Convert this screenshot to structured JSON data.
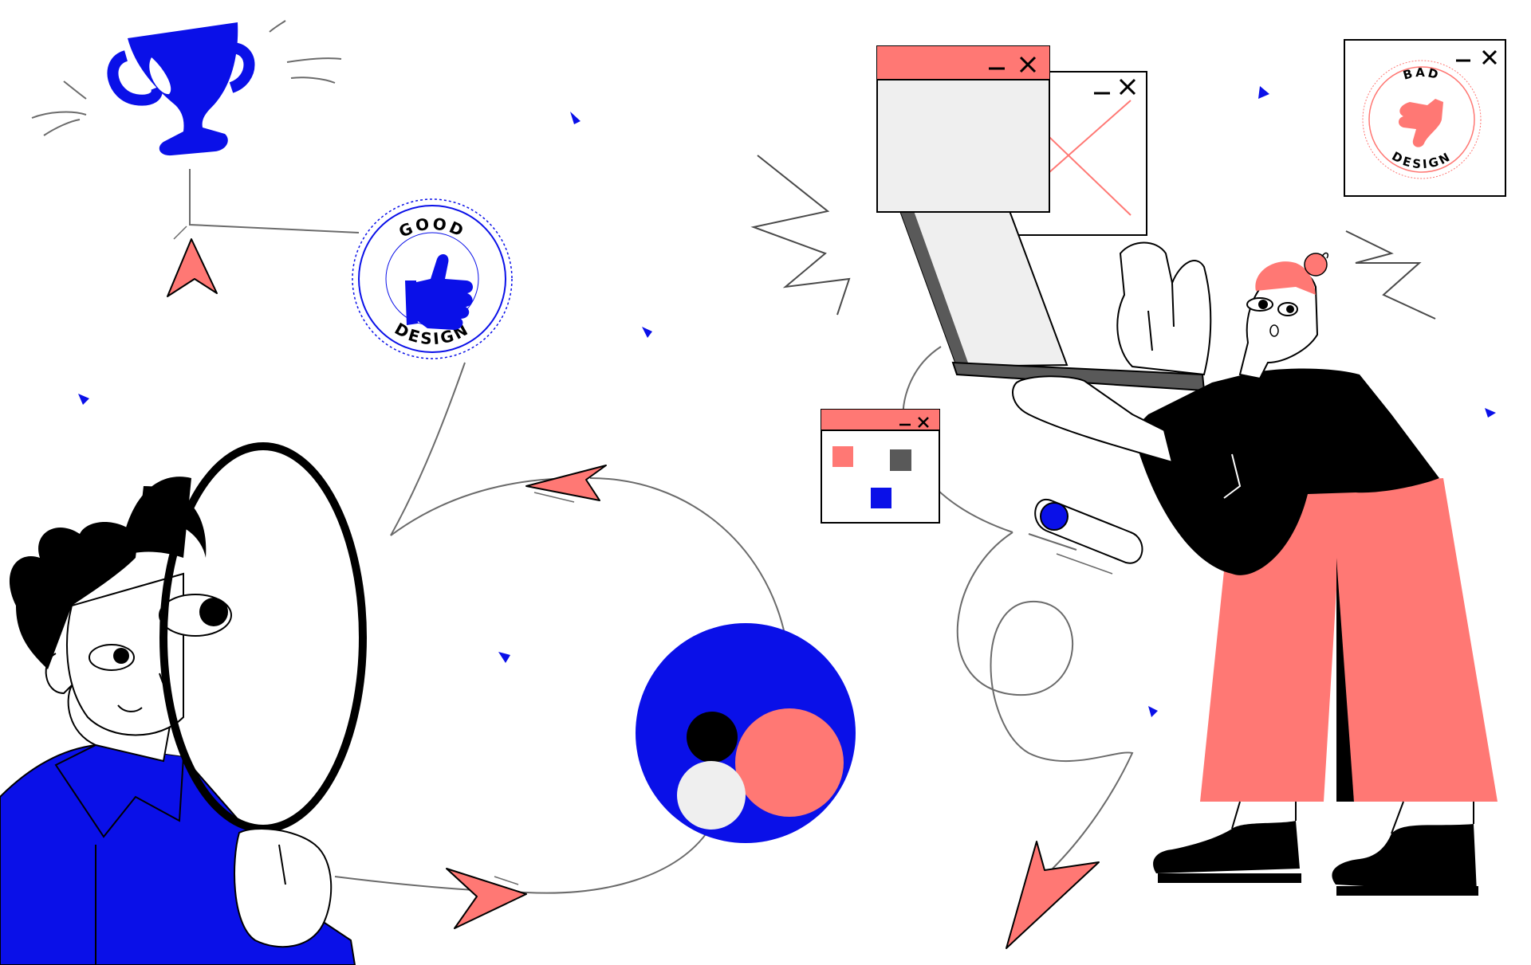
{
  "illustration": {
    "good_stamp": {
      "top_word": "GOOD",
      "bottom_word": "DESIGN",
      "color": "#0a10e8"
    },
    "bad_stamp": {
      "top_word": "BAD",
      "bottom_word": "DESIGN",
      "color": "#ff7874"
    },
    "palette": {
      "blue": "#0a10e8",
      "coral": "#ff7874",
      "black": "#000000",
      "gray": "#595959",
      "light_gray": "#efefef"
    },
    "icons": [
      "trophy-icon",
      "thumbs-up-icon",
      "thumbs-down-icon",
      "magnifying-glass-icon",
      "minimize-icon",
      "close-icon",
      "toggle-switch-icon",
      "arrow-icon"
    ]
  }
}
